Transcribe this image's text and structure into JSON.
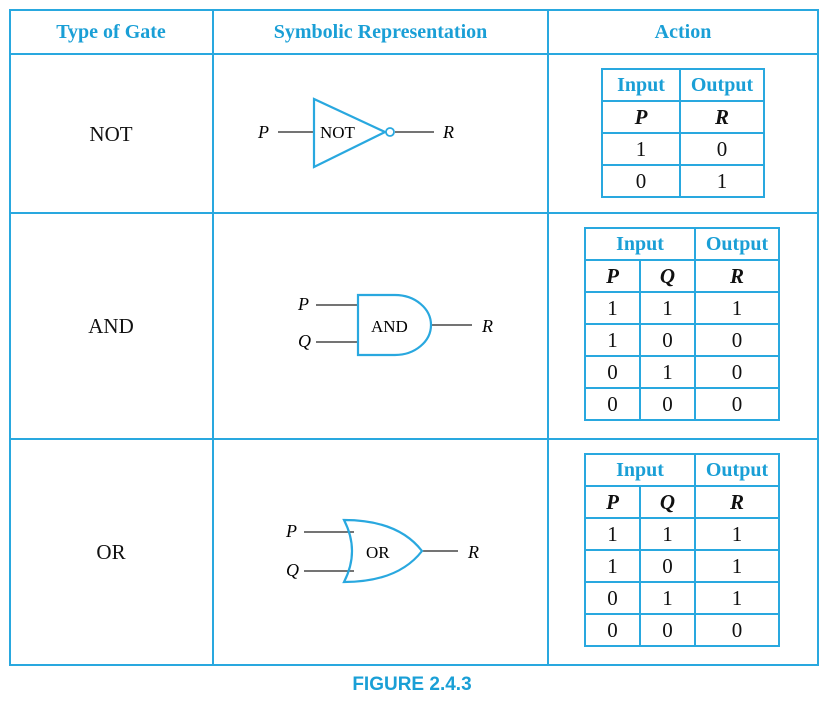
{
  "headers": {
    "type": "Type of Gate",
    "symbol": "Symbolic Representation",
    "action": "Action"
  },
  "rows": [
    {
      "gate": "NOT",
      "symbol": {
        "label": "NOT",
        "inputs": [
          "P"
        ],
        "output": "R"
      },
      "table": {
        "input_header": "Input",
        "output_header": "Output",
        "vars": [
          "P"
        ],
        "out_var": "R",
        "values": [
          [
            "1",
            "0"
          ],
          [
            "0",
            "1"
          ]
        ]
      }
    },
    {
      "gate": "AND",
      "symbol": {
        "label": "AND",
        "inputs": [
          "P",
          "Q"
        ],
        "output": "R"
      },
      "table": {
        "input_header": "Input",
        "output_header": "Output",
        "vars": [
          "P",
          "Q"
        ],
        "out_var": "R",
        "values": [
          [
            "1",
            "1",
            "1"
          ],
          [
            "1",
            "0",
            "0"
          ],
          [
            "0",
            "1",
            "0"
          ],
          [
            "0",
            "0",
            "0"
          ]
        ]
      }
    },
    {
      "gate": "OR",
      "symbol": {
        "label": "OR",
        "inputs": [
          "P",
          "Q"
        ],
        "output": "R"
      },
      "table": {
        "input_header": "Input",
        "output_header": "Output",
        "vars": [
          "P",
          "Q"
        ],
        "out_var": "R",
        "values": [
          [
            "1",
            "1",
            "1"
          ],
          [
            "1",
            "0",
            "1"
          ],
          [
            "0",
            "1",
            "1"
          ],
          [
            "0",
            "0",
            "0"
          ]
        ]
      }
    }
  ],
  "caption": "FIGURE 2.4.3",
  "colors": {
    "accent": "#29a8df",
    "heading": "#1a9fd6",
    "text": "#111111"
  }
}
